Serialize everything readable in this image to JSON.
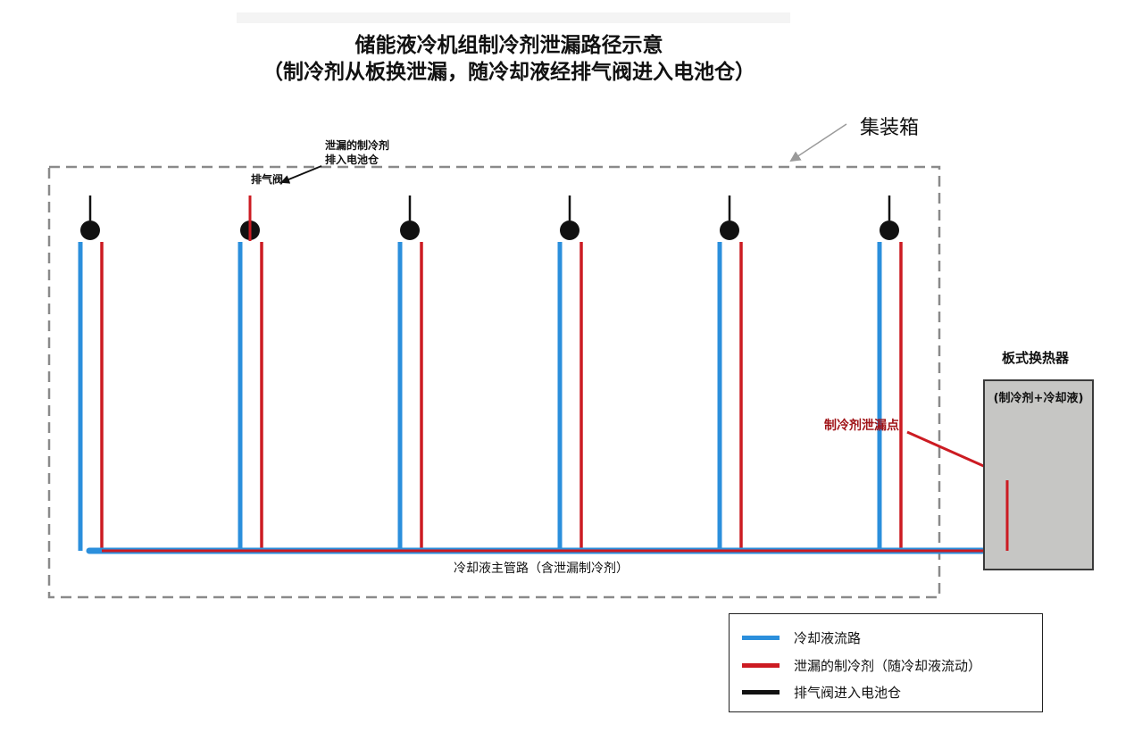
{
  "title": {
    "line1": "储能液冷机组制冷剂泄漏路径示意",
    "line2": "（制冷剂从板换泄漏，随冷却液经排气阀进入电池仓）"
  },
  "labels": {
    "container": "集装箱",
    "vent_note_line1": "泄漏的制冷剂",
    "vent_note_line2": "排入电池仓",
    "vent_valve": "排气阀",
    "main_pipe": "冷却液主管路（含泄漏制冷剂）",
    "heat_exchanger_title": "板式换热器",
    "heat_exchanger_content": "(制冷剂+冷却液)",
    "leak_point": "制冷剂泄漏点"
  },
  "legend": [
    {
      "label": "冷却液流路",
      "color": "#2b8fdc"
    },
    {
      "label": "泄漏的制冷剂（随冷却液流动）",
      "color": "#cc1b22"
    },
    {
      "label": "排气阀进入电池仓",
      "color": "#111111"
    }
  ],
  "colors": {
    "coolant": "#2b8fdc",
    "refrigerant": "#cc1b22",
    "vent": "#111111",
    "dashed_border": "#8a8a8a",
    "heat_exchanger_fill": "#c6c6c4"
  },
  "branch_count": 6,
  "leaking_vent_index": 1
}
